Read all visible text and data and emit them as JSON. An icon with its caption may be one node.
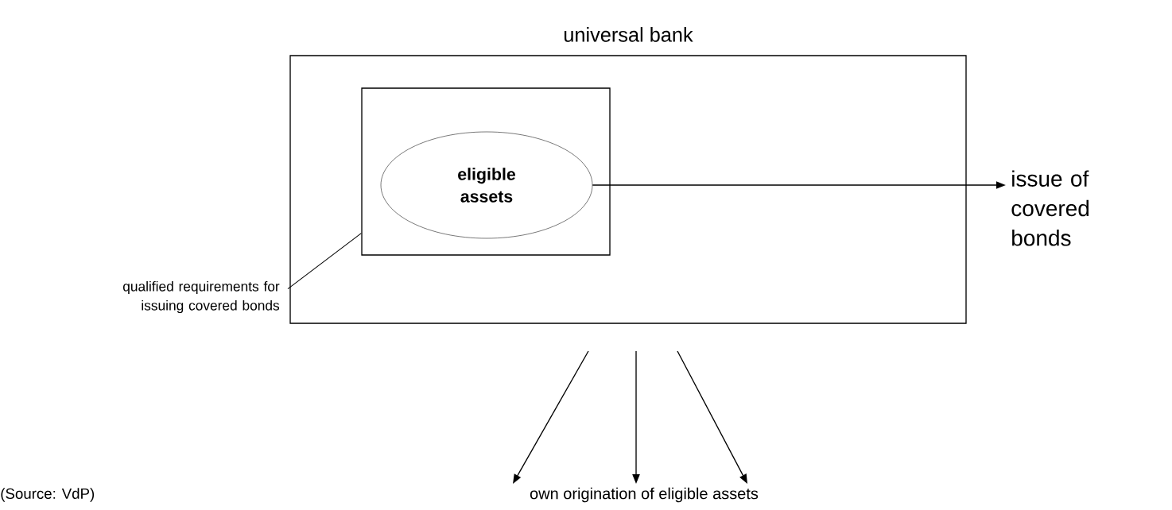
{
  "diagram": {
    "nodes": [
      {
        "text": [
          "universal bank"
        ]
      },
      {
        "text": [],
        "shape": "box",
        "in": 0
      },
      {
        "text": [
          "eligible assets"
        ],
        "in": 1
      },
      {
        "text": [
          "issue of covered bonds"
        ]
      },
      {
        "text": [
          "qualified requirements for issuing covered bonds"
        ]
      },
      {
        "text": [
          "own origination of eligible assets"
        ]
      }
    ],
    "edges": [
      {
        "from": 2,
        "to": 3,
        "arrow": "to"
      },
      {
        "from": 4,
        "to": 1,
        "arrow": "none"
      },
      {
        "from": null,
        "to": 5,
        "arrow": "to"
      },
      {
        "from": null,
        "to": 5,
        "arrow": "to"
      },
      {
        "from": null,
        "to": 5,
        "arrow": "to"
      }
    ],
    "labels": [
      "(Source: VdP)"
    ]
  }
}
